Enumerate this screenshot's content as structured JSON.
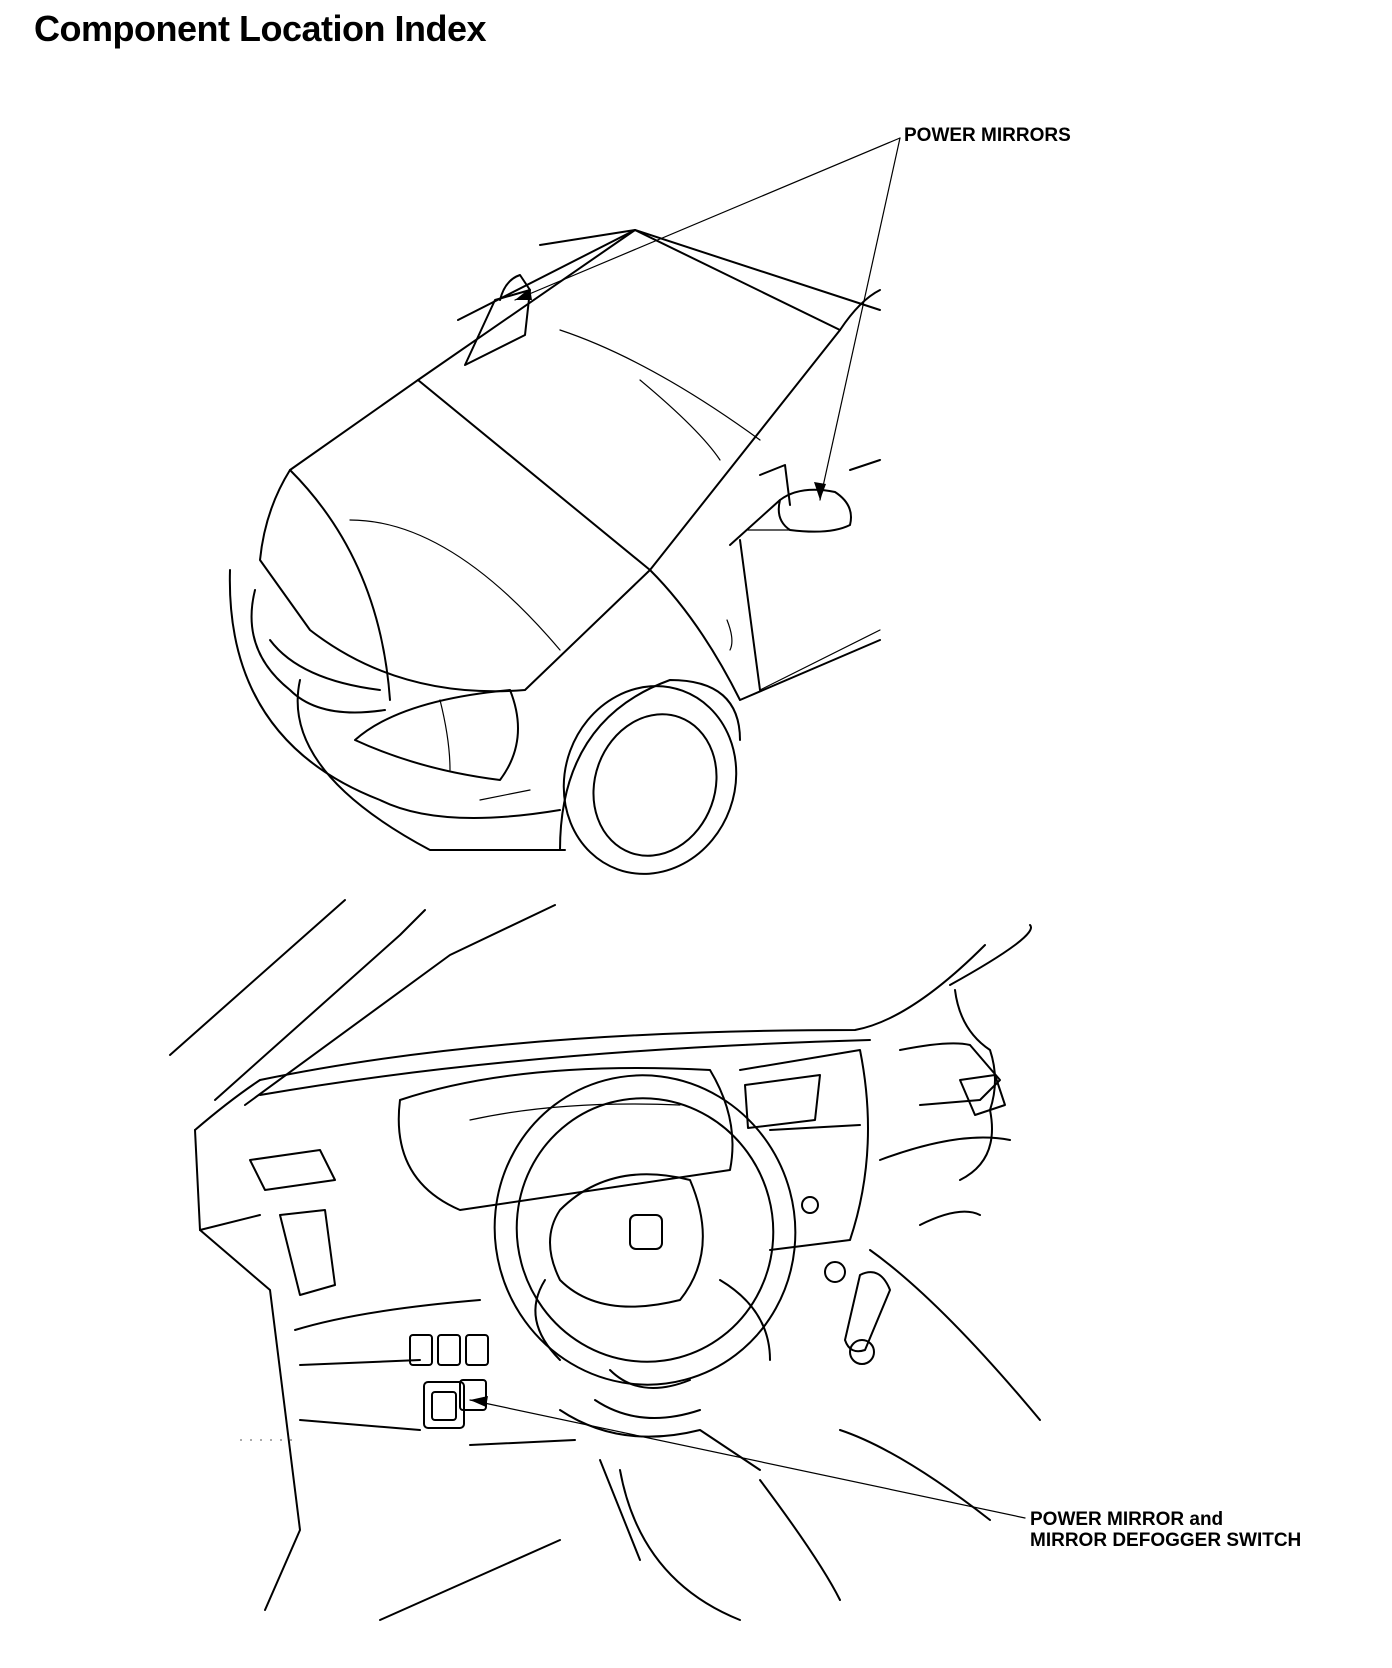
{
  "title": "Component Location Index",
  "callouts": {
    "power_mirrors": "POWER MIRRORS",
    "switch_line1": "POWER MIRROR and",
    "switch_line2": "MIRROR DEFOGGER SWITCH"
  }
}
